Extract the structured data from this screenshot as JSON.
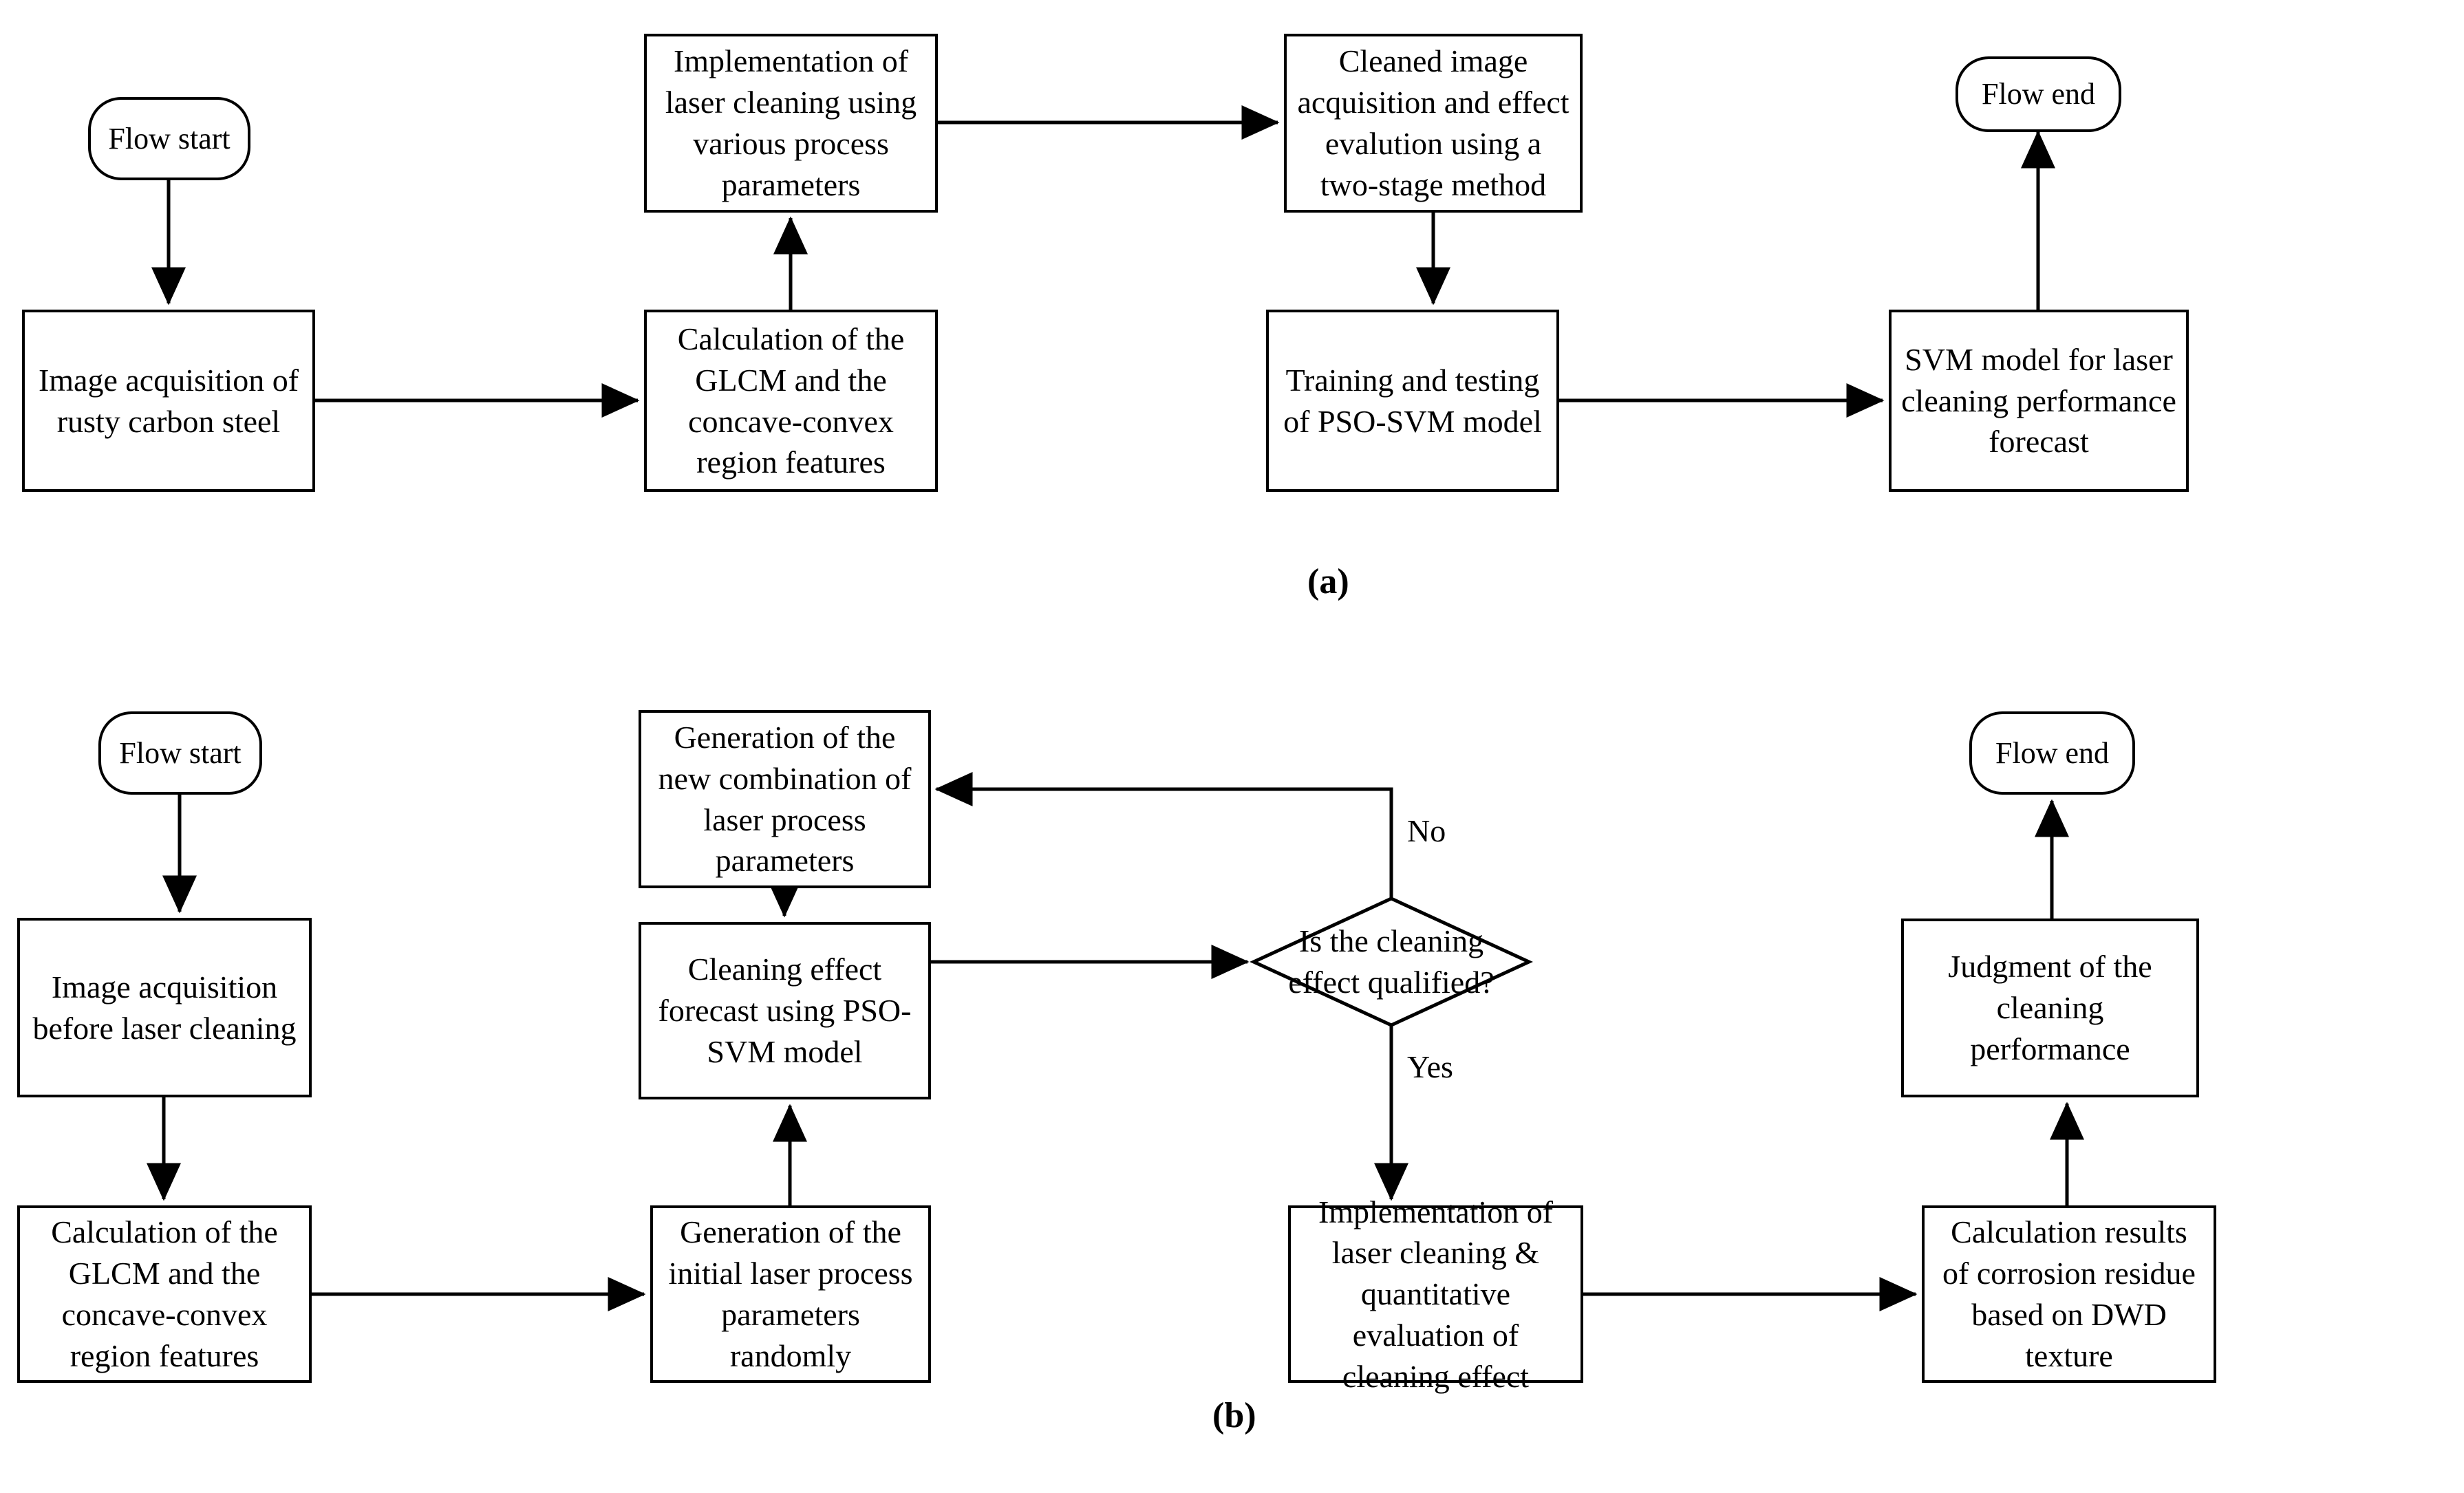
{
  "figure": {
    "panels": [
      {
        "id": "a",
        "caption": "(a)",
        "nodes": {
          "start": "Flow start",
          "implementation": "Implementation of laser cleaning using various process parameters",
          "cleaned_acquisition": "Cleaned image acquisition and effect evalution using a two-stage method",
          "end": "Flow end",
          "image_acquisition": "Image acquisition of rusty carbon steel",
          "glcm_calculation": "Calculation of the GLCM and the concave-convex region features",
          "training_testing": "Training and testing of PSO-SVM model",
          "svm_model": "SVM model for laser cleaning performance forecast"
        }
      },
      {
        "id": "b",
        "caption": "(b)",
        "nodes": {
          "start": "Flow start",
          "new_combination": "Generation of the new combination of laser process parameters",
          "decision": "Is the cleaning effect qualified?",
          "end": "Flow end",
          "image_before": "Image acquisition before laser cleaning",
          "effect_forecast": "Cleaning effect forecast using PSO-SVM model",
          "judgment": "Judgment of the cleaning performance",
          "glcm_calculation": "Calculation of the GLCM and the concave-convex region features",
          "initial_params": "Generation of the initial laser process parameters randomly",
          "implementation": "Implementation of laser cleaning & quantitative evaluation of cleaning effect",
          "corrosion_residue": "Calculation results of corrosion residue based on DWD texture"
        },
        "edge_labels": {
          "no": "No",
          "yes": "Yes"
        }
      }
    ],
    "colors": {
      "stroke": "#000000",
      "fill": "#ffffff",
      "text": "#000000"
    }
  }
}
